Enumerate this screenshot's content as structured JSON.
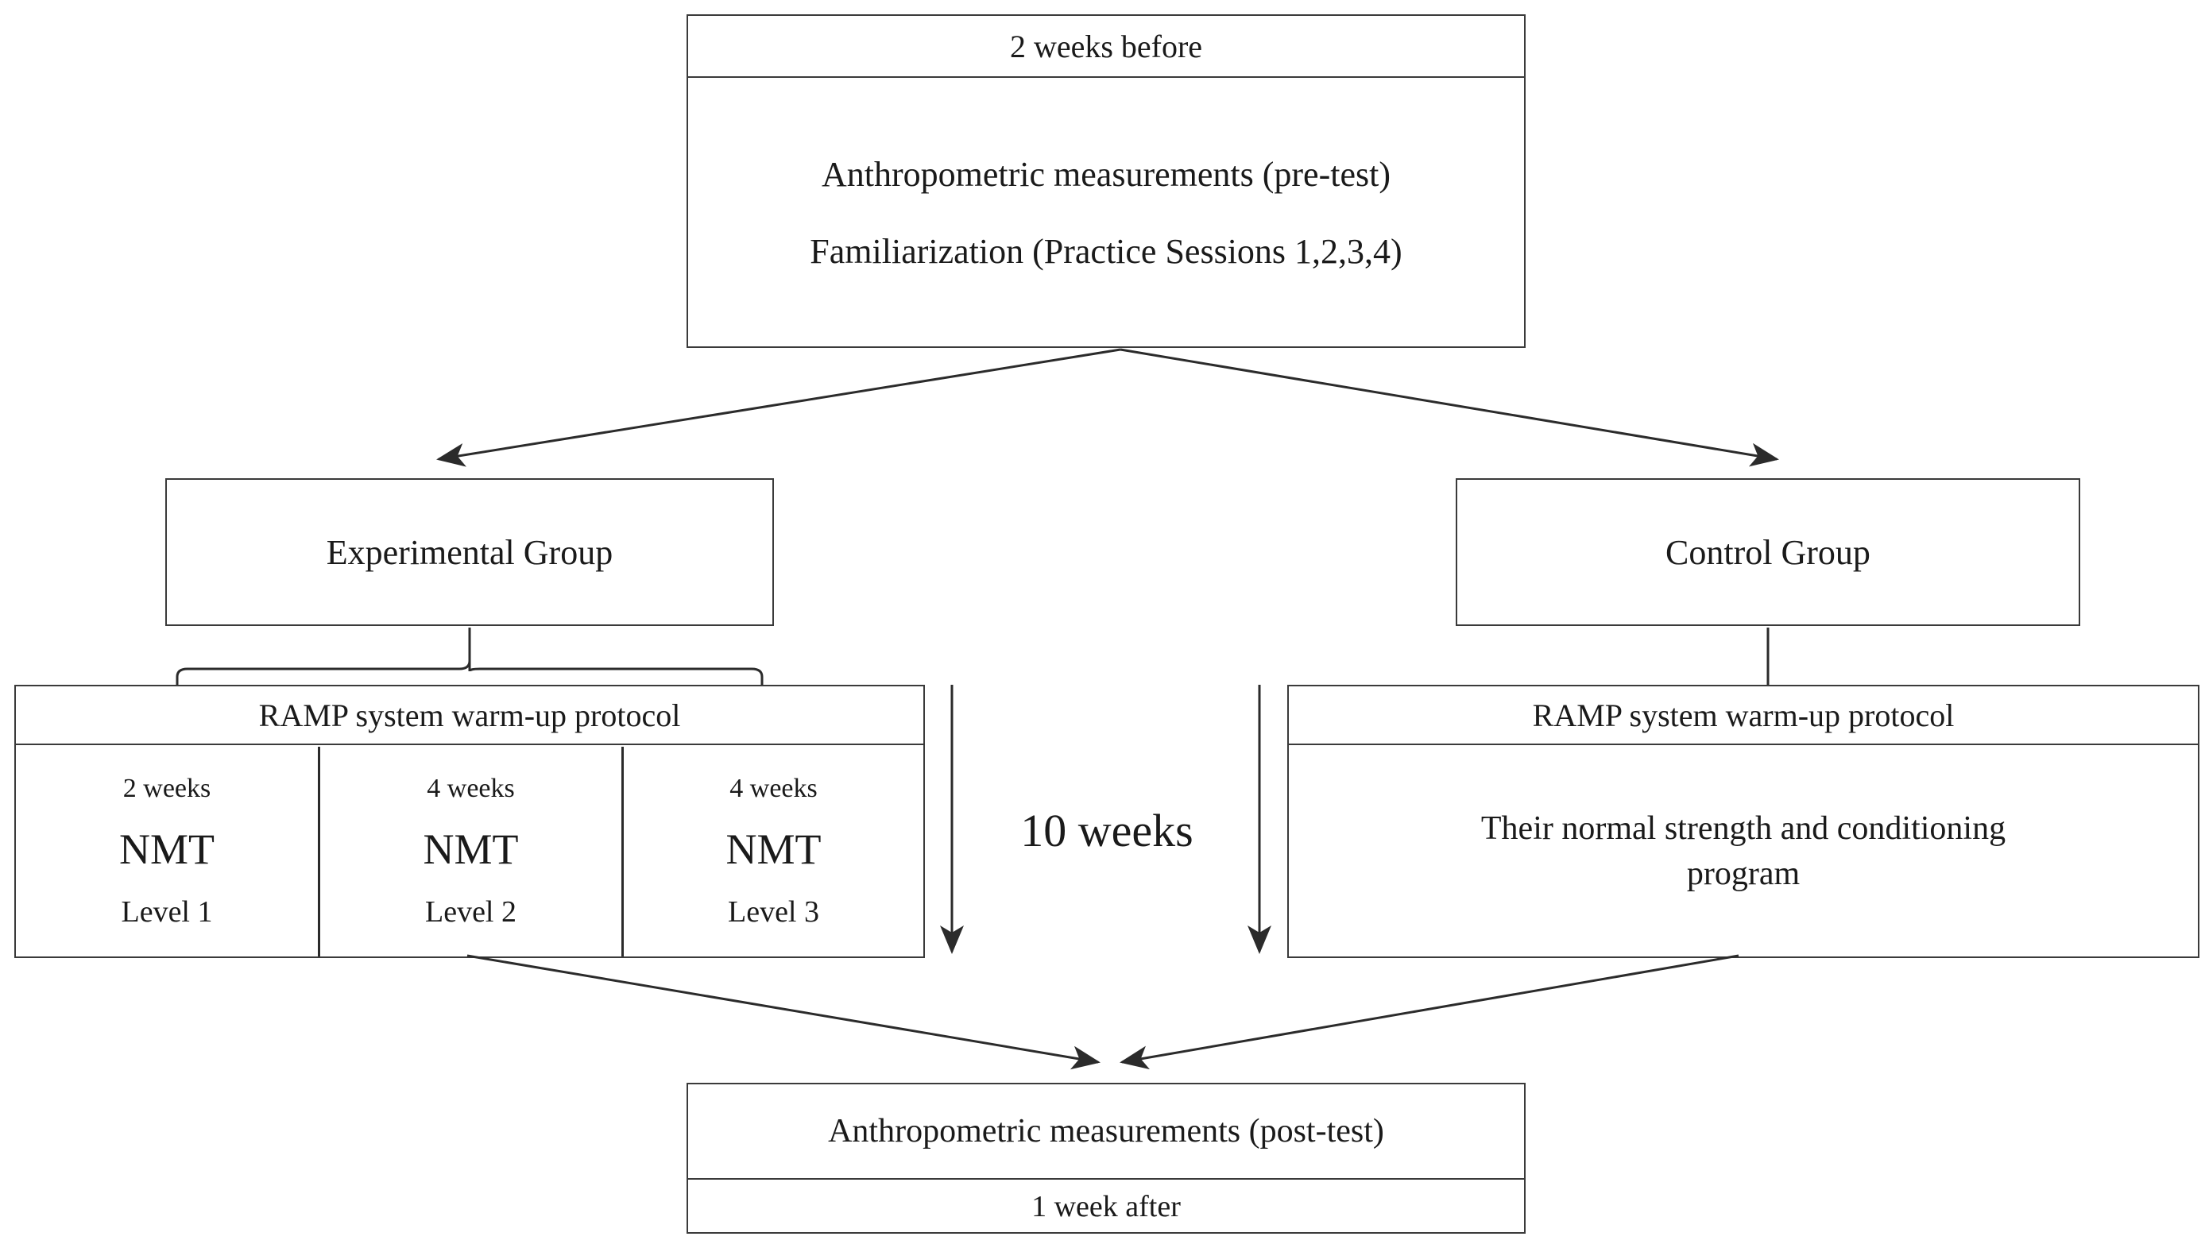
{
  "diagram": {
    "title_absent": true,
    "nodes": {
      "pretest": {
        "header": "2 weeks before",
        "lines": [
          "Anthropometric measurements (pre-test)",
          "Familiarization  (Practice Sessions 1,2,3,4)"
        ]
      },
      "experimental_group": {
        "label": "Experimental Group"
      },
      "control_group": {
        "label": "Control Group"
      },
      "exp_ramp": {
        "header": "RAMP system warm-up protocol",
        "cells": [
          {
            "weeks": "2 weeks",
            "program": "NMT",
            "level": "Level 1"
          },
          {
            "weeks": "4 weeks",
            "program": "NMT",
            "level": "Level 2"
          },
          {
            "weeks": "4 weeks",
            "program": "NMT",
            "level": "Level 3"
          }
        ]
      },
      "ctrl_ramp": {
        "header": "RAMP system warm-up protocol",
        "body_line1": "Their normal strength and conditioning",
        "body_line2": "program"
      },
      "duration": {
        "label": "10 weeks"
      },
      "posttest": {
        "line1": "Anthropometric measurements (post-test)",
        "line2": "1 week after"
      }
    },
    "colors": {
      "stroke": "#3a3a3a",
      "arrow": "#2b2b2b",
      "text": "#1a1a1a",
      "background": "#ffffff"
    }
  }
}
